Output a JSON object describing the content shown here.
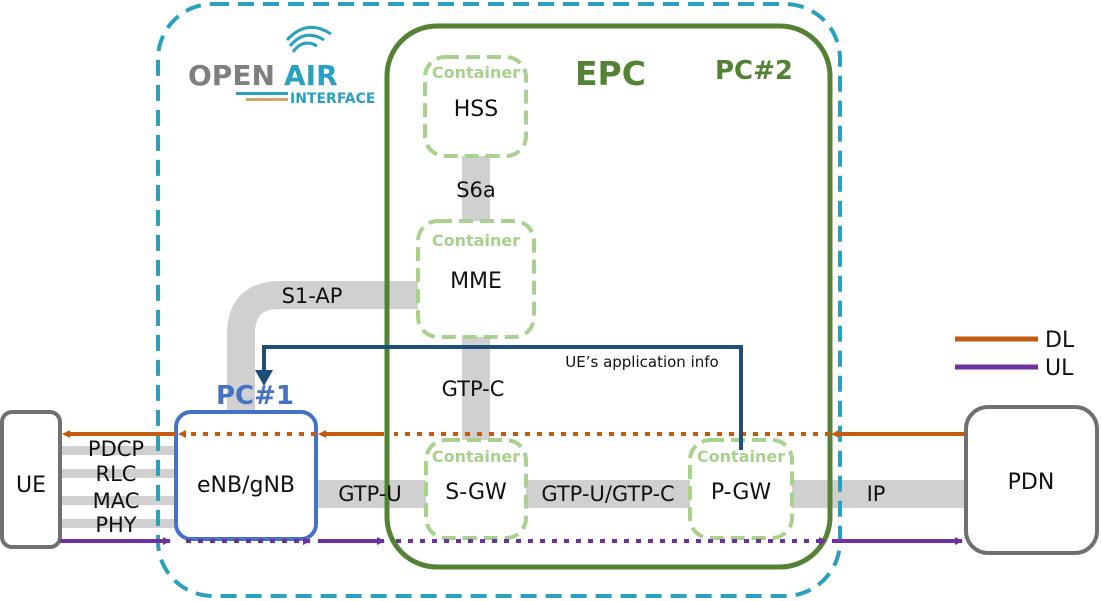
{
  "logo": {
    "line1_a": "OPEN",
    "line1_b": "AIR",
    "line2": "INTERFACE"
  },
  "epc": {
    "title": "EPC",
    "pc_label": "PC#2"
  },
  "pc1_label": "PC#1",
  "container_label": "Container",
  "nodes": {
    "hss": "HSS",
    "mme": "MME",
    "sgw": "S-GW",
    "pgw": "P-GW",
    "enb": "eNB/gNB",
    "ue": "UE",
    "pdn": "PDN"
  },
  "interfaces": {
    "s6a": "S6a",
    "s1ap": "S1-AP",
    "gtpc": "GTP-C",
    "gtpu": "GTP-U",
    "gtpu_gtpc": "GTP-U/GTP-C",
    "ip": "IP"
  },
  "stack": [
    "PDCP",
    "RLC",
    "MAC",
    "PHY"
  ],
  "app_info": "UE’s application info",
  "legend": [
    {
      "label": "DL",
      "color": "#c55a11"
    },
    {
      "label": "UL",
      "color": "#7030a0"
    }
  ],
  "colors": {
    "oai_boundary": "#2aa0c0",
    "epc_boundary": "#548235",
    "container": "#a9d18e",
    "pc1": "#4472c4",
    "link": "#d0d0d0",
    "control_arrow": "#1f4e79",
    "node_border": "#707070"
  }
}
